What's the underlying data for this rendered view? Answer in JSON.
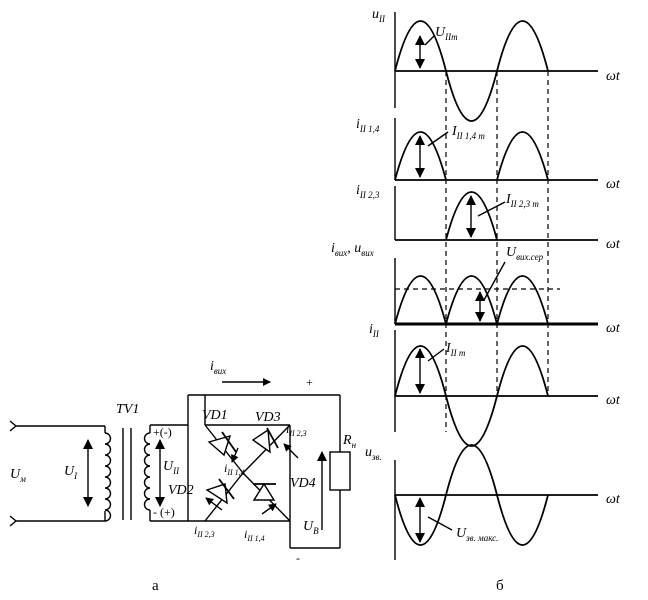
{
  "circuit": {
    "u_m": "U",
    "u_m_sub": "м",
    "u_1": "U",
    "u_1_sub": "I",
    "transformer": "TV1",
    "u_2": "U",
    "u_2_sub": "II",
    "polarity_top": "+(-)",
    "polarity_bottom": "- (+)",
    "i_out": "i",
    "i_out_sub": "вих",
    "plus": "+",
    "minus": "-",
    "vd1": "VD1",
    "vd2": "VD2",
    "vd3": "VD3",
    "vd4": "VD4",
    "i23_top": "i",
    "i23_top_sub": "II 2,3",
    "i14_mid": "i",
    "i14_mid_sub": "II 1,4",
    "i23_bottom": "i",
    "i23_bottom_sub": "II 2,3",
    "i14_bottom": "i",
    "i14_bottom_sub": "II 1,4",
    "r_load": "R",
    "r_load_sub": "н",
    "u_b": "U",
    "u_b_sub": "В",
    "caption": "а"
  },
  "graphs": {
    "g1_label": "u",
    "g1_label_sub": "II",
    "g1_amp": "U",
    "g1_amp_sub": "IIm",
    "g2_label": "i",
    "g2_label_sub": "II 1,4",
    "g2_amp": "I",
    "g2_amp_sub": "II 1,4 m",
    "g3_label": "i",
    "g3_label_sub": "II 2,3",
    "g3_amp": "I",
    "g3_amp_sub": "II 2,3 m",
    "g4_label_a": "i",
    "g4_label_a_sub": "вих",
    "g4_label_b": "u",
    "g4_label_b_sub": "вих",
    "g4_avg": "U",
    "g4_avg_sub": "вих.сер",
    "g5_label": "i",
    "g5_label_sub": "II",
    "g5_amp": "I",
    "g5_amp_sub": "II m",
    "g6_label": "u",
    "g6_label_sub": "зв.",
    "g6_amp": "U",
    "g6_amp_sub": "зв. макс.",
    "wt": "ωt",
    "caption": "б"
  },
  "chart_data": {
    "type": "line",
    "x": "ωt",
    "series": [
      {
        "name": "u II",
        "shape": "sine"
      },
      {
        "name": "i II 1,4",
        "shape": "positive half-waves 1 and 3"
      },
      {
        "name": "i II 2,3",
        "shape": "positive half-wave 2"
      },
      {
        "name": "i вих, u вих",
        "shape": "full-wave rectified"
      },
      {
        "name": "i II",
        "shape": "sine"
      },
      {
        "name": "u зв.",
        "shape": "inverted sine"
      }
    ]
  }
}
